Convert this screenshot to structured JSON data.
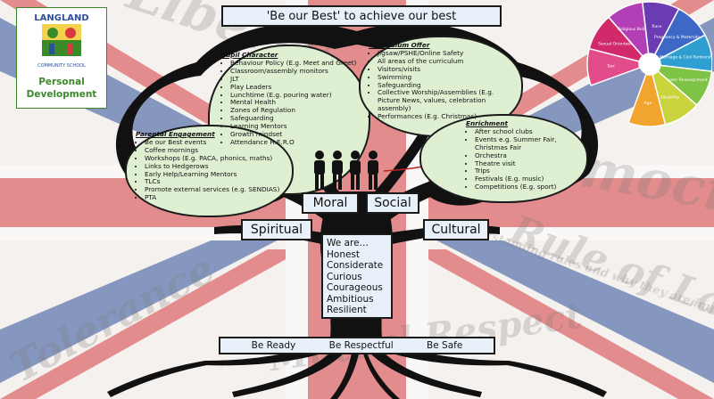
{
  "title": "'Be our Best' to achieve our best",
  "logo": {
    "arc_text": "LANGLAND",
    "sub_text": "COMMUNITY SCHOOL"
  },
  "panel_title": "Personal Development",
  "footer": {
    "items": [
      "Be Ready",
      "Be Respectful",
      "Be Safe"
    ]
  },
  "values": {
    "heading": "We are…",
    "items": [
      "Honest",
      "Considerate",
      "Curious",
      "Courageous",
      "Ambitious",
      "Resilient"
    ]
  },
  "labels": {
    "moral": "Moral",
    "social": "Social",
    "spiritual": "Spiritual",
    "cultural": "Cultural"
  },
  "pupil_character": {
    "title": "Pupil Character",
    "items": [
      "Behaviour Policy (E.g. Meet and Greet)",
      "Classroom/assembly monitors",
      "JLT",
      "Play Leaders",
      "Lunchtime (E.g. pouring water)",
      "Mental Health",
      "Zones of Regulation",
      "Safeguarding",
      "Learning Mentors",
      "Growth mindset",
      "Attendance H.E.R.O"
    ]
  },
  "curriculum_offer": {
    "title": "Curriculum Offer",
    "items": [
      "Jigsaw/PSHE/Online Safety",
      "All areas of the curriculum",
      "Visitors/visits",
      "Swimming",
      "Safeguarding",
      "Collective Worship/Assemblies (E.g. Picture News, values, celebration assembly)",
      "Performances (E.g. Christmas)"
    ]
  },
  "parental_engagement": {
    "title": "Parental Engagement",
    "items": [
      "Be our Best events",
      "Coffee mornings",
      "Workshops (E.g. PACA, phonics, maths)",
      "Links to Hedgerows",
      "Early Help/Learning Mentors",
      "TLCs",
      "Promote external services (e.g. SENDIAS)",
      "PTA"
    ]
  },
  "enrichment": {
    "title": "Enrichment",
    "items": [
      "After school clubs",
      "Events e.g. Summer Fair, Christmas Fair",
      "Orchestra",
      "Theatre visit",
      "Trips",
      "Festivals (E.g. music)",
      "Competitions (E.g. sport)"
    ]
  },
  "protected_characteristics": [
    "Sex",
    "Sexual Orientation",
    "Religious Beliefs",
    "Race",
    "Pregnancy & Maternity",
    "Marriage & Civil Partnership",
    "Gender Reassignment",
    "Disability",
    "Age"
  ],
  "watermarks": [
    "Liberty",
    "Tolerance",
    "Rule of Law",
    "Democracy",
    "Mutual Respect",
    "Understanding rules and why they are important"
  ],
  "colors": {
    "flag_red": "#d63a3f",
    "flag_blue": "#2c4f9a",
    "cloud_fill": "#dff0d2",
    "label_fill": "#e8f1fa",
    "tree": "#111111",
    "logo_green": "#3a8a2a"
  }
}
